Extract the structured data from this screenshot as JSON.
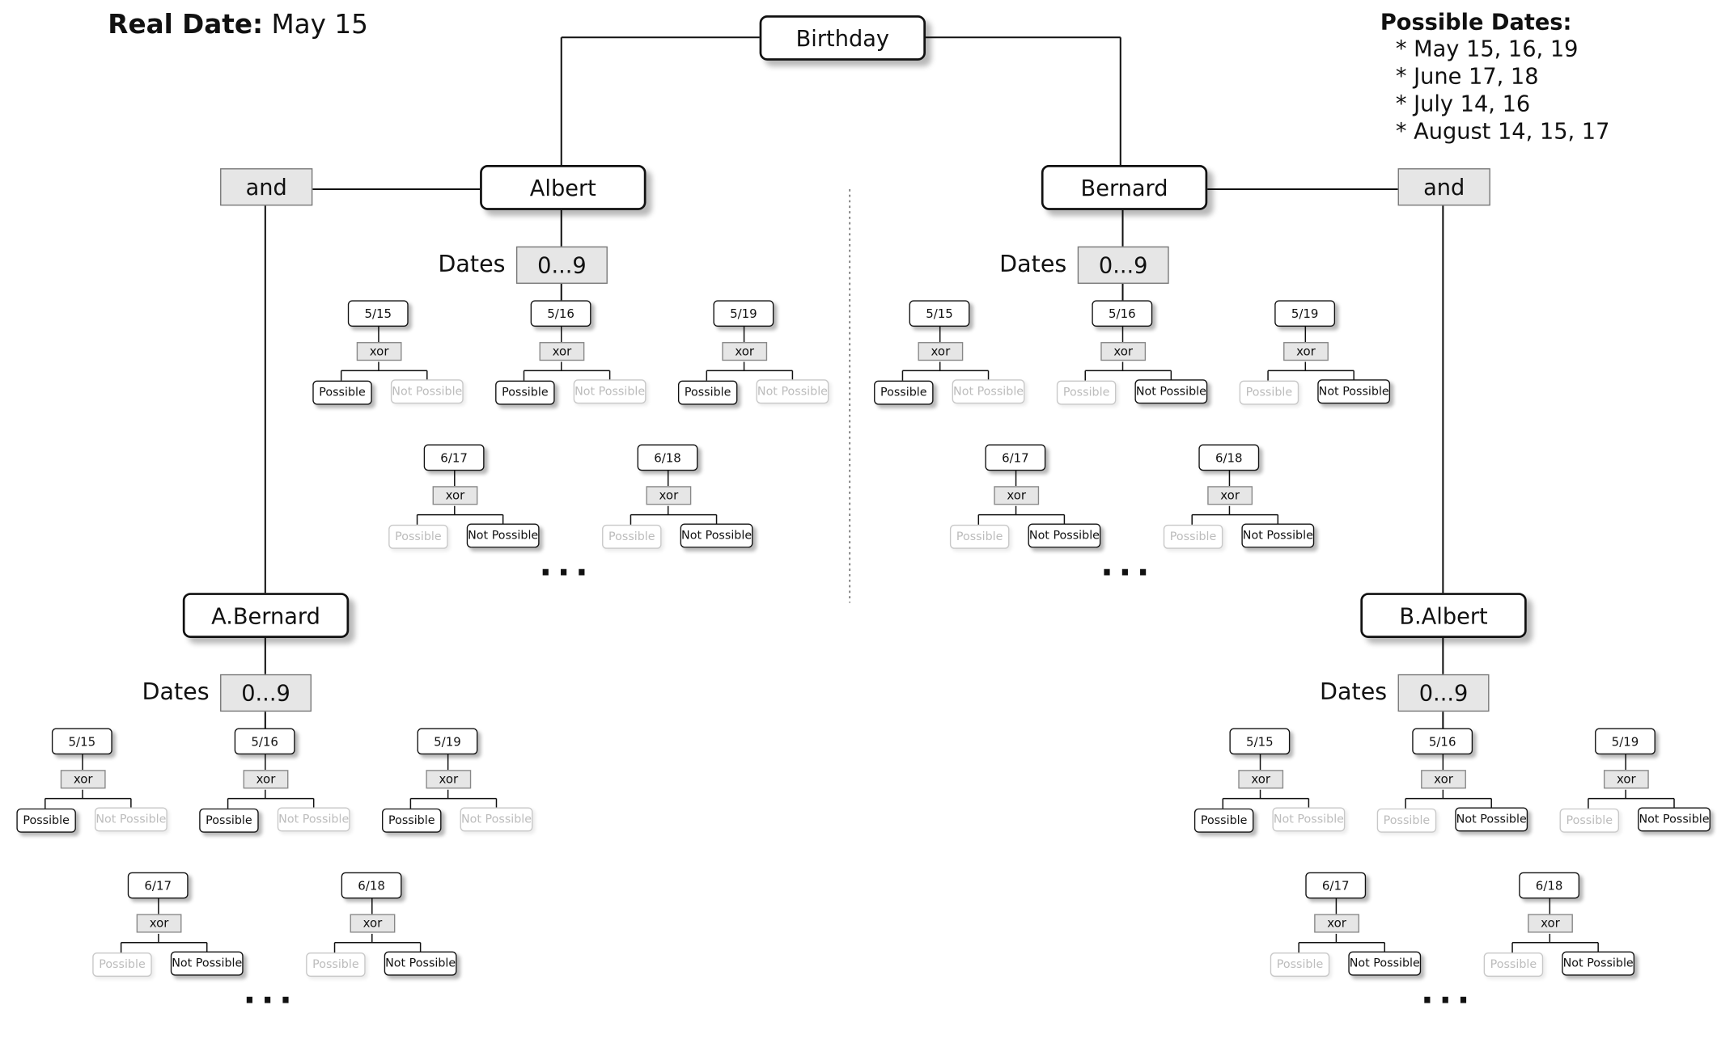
{
  "header": {
    "real_date_label": "Real Date:",
    "real_date_value": "May 15"
  },
  "legend": {
    "title": "Possible Dates:",
    "items": [
      "* May 15, 16, 19",
      "* June 17, 18",
      "* July 14, 16",
      "* August 14, 15, 17"
    ]
  },
  "labels": {
    "root": "Birthday",
    "and": "and",
    "dates": "Dates",
    "range": "0...9",
    "xor": "xor",
    "possible": "Possible",
    "not_possible": "Not Possible",
    "ellipsis": "..."
  },
  "branches": [
    {
      "name": "Albert",
      "sub_name": "A.Bernard",
      "top_dates": [
        {
          "date": "5/15",
          "possible": true
        },
        {
          "date": "5/16",
          "possible": true
        },
        {
          "date": "5/19",
          "possible": true
        },
        {
          "date": "6/17",
          "possible": false
        },
        {
          "date": "6/18",
          "possible": false
        }
      ],
      "sub_dates": [
        {
          "date": "5/15",
          "possible": true
        },
        {
          "date": "5/16",
          "possible": true
        },
        {
          "date": "5/19",
          "possible": true
        },
        {
          "date": "6/17",
          "possible": false
        },
        {
          "date": "6/18",
          "possible": false
        }
      ]
    },
    {
      "name": "Bernard",
      "sub_name": "B.Albert",
      "top_dates": [
        {
          "date": "5/15",
          "possible": true
        },
        {
          "date": "5/16",
          "possible": false
        },
        {
          "date": "5/19",
          "possible": false
        },
        {
          "date": "6/17",
          "possible": false
        },
        {
          "date": "6/18",
          "possible": false
        }
      ],
      "sub_dates": [
        {
          "date": "5/15",
          "possible": true
        },
        {
          "date": "5/16",
          "possible": false
        },
        {
          "date": "5/19",
          "possible": false
        },
        {
          "date": "6/17",
          "possible": false
        },
        {
          "date": "6/18",
          "possible": false
        }
      ]
    }
  ]
}
